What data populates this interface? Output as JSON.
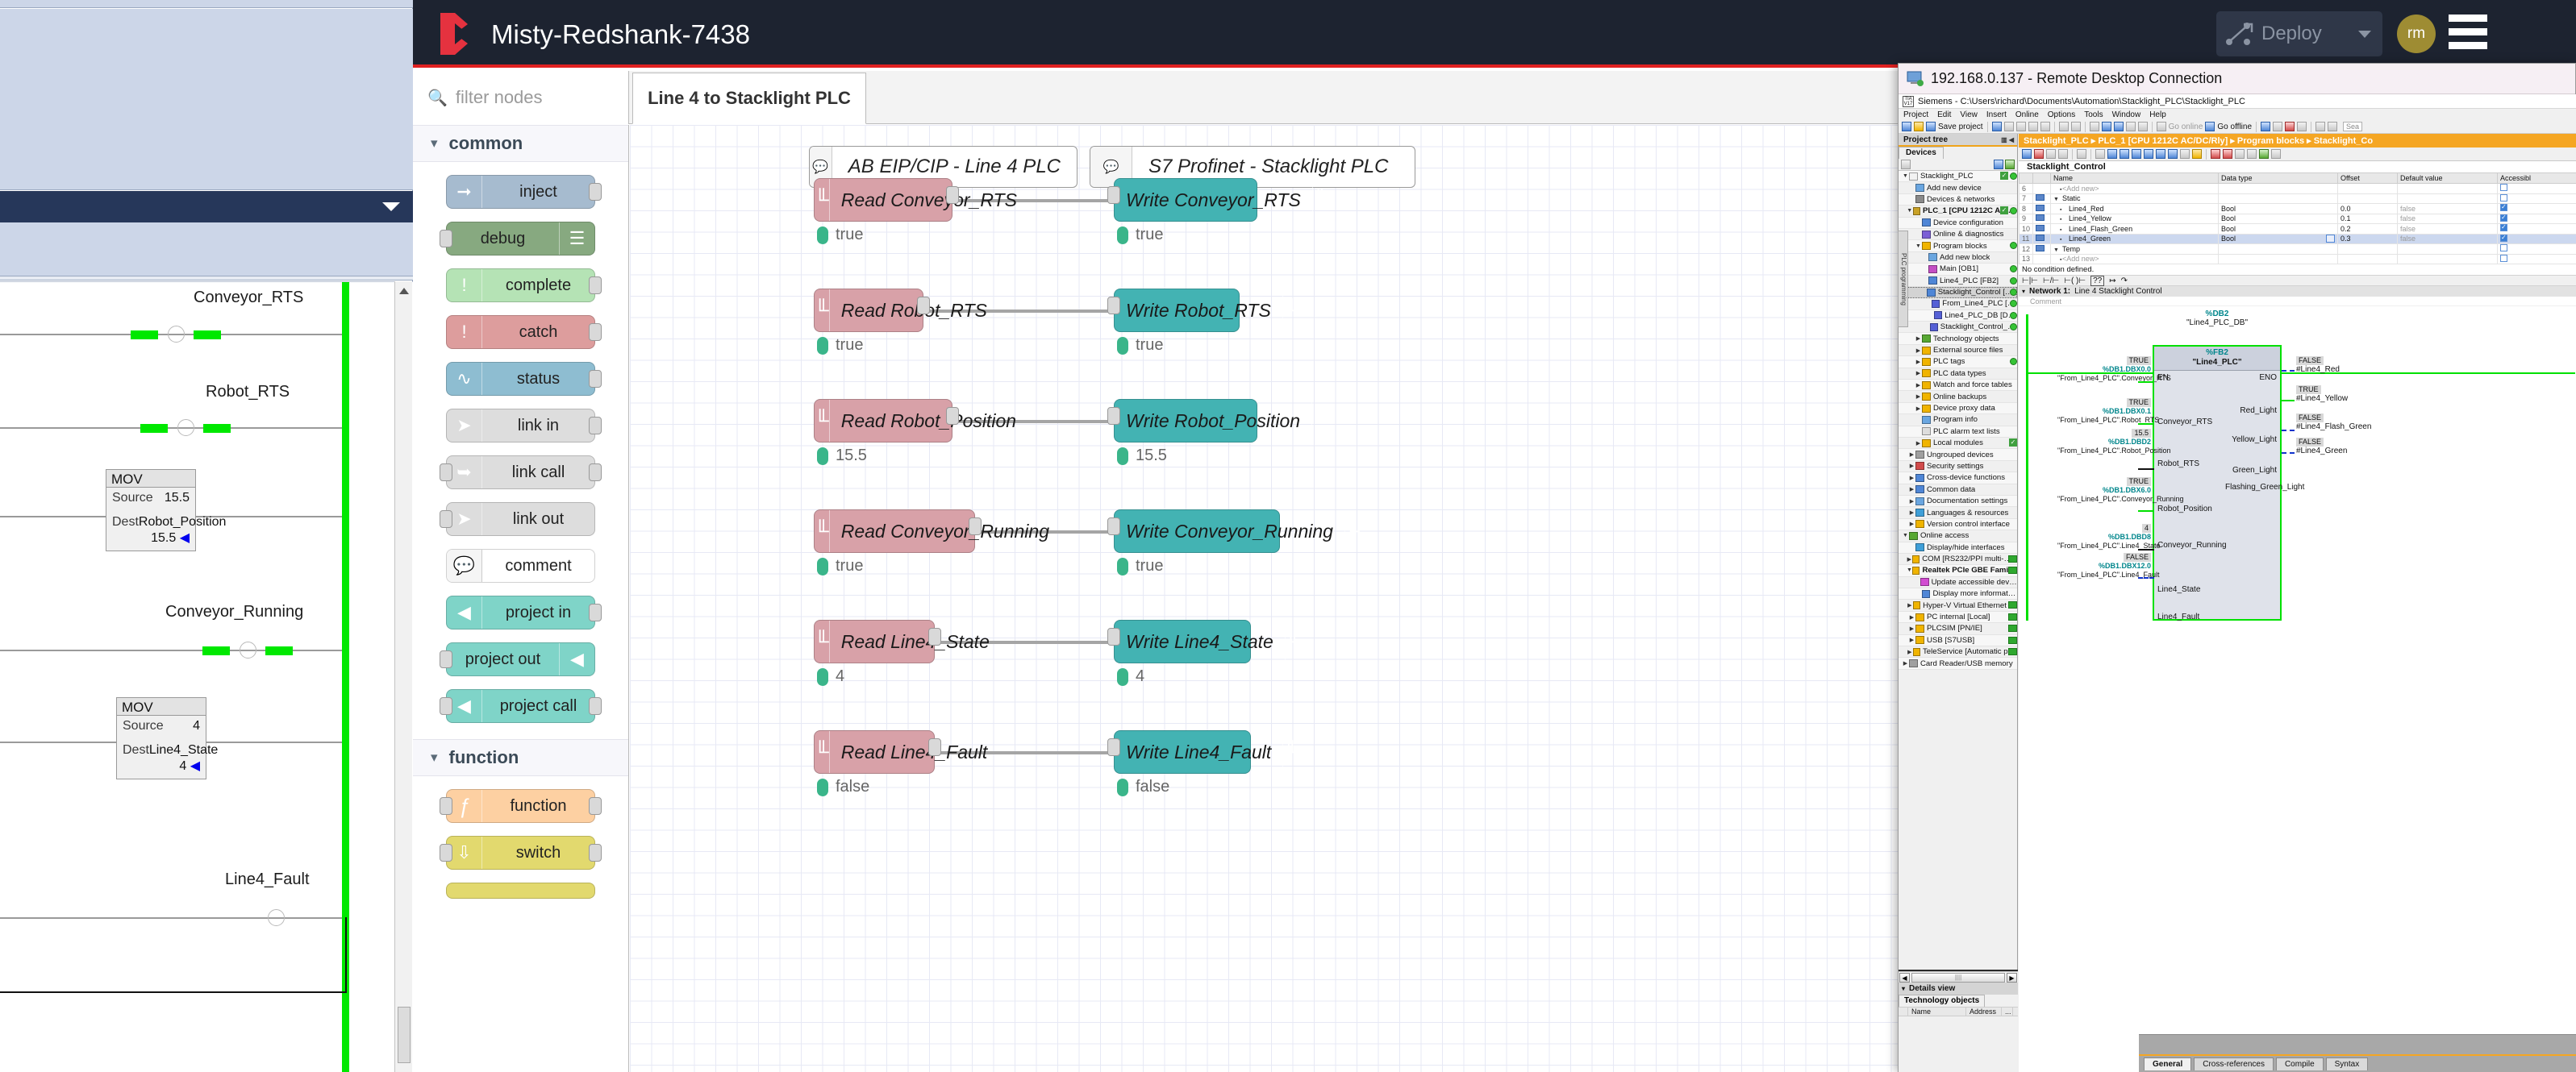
{
  "background_app": {
    "name": "rslogix-ladder-viewer",
    "rungs": [
      {
        "label": "Conveyor_RTS",
        "type": "coil",
        "energized": true
      },
      {
        "label": "Robot_RTS",
        "type": "coil",
        "energized": true
      },
      {
        "label": "",
        "type": "mov",
        "mov": {
          "title": "MOV",
          "source_label": "Source",
          "source_value": "15.5",
          "dest_label": "Dest",
          "dest_name": "Robot_Position",
          "dest_value": "15.5"
        }
      },
      {
        "label": "Conveyor_Running",
        "type": "coil",
        "energized": true
      },
      {
        "label": "",
        "type": "mov",
        "mov": {
          "title": "MOV",
          "source_label": "Source",
          "source_value": "4",
          "dest_label": "Dest",
          "dest_name": "Line4_State",
          "dest_value": "4"
        }
      },
      {
        "label": "Line4_Fault",
        "type": "coil",
        "energized": false
      }
    ]
  },
  "nodered": {
    "header": {
      "title": "Misty-Redshank-7438",
      "deploy_label": "Deploy",
      "user_initials": "rm"
    },
    "search": {
      "placeholder": "filter nodes"
    },
    "tabs": [
      {
        "label": "Line 4 to Stacklight PLC"
      }
    ],
    "debug_tab": {
      "label": "debug"
    },
    "palette": {
      "categories": [
        {
          "name": "common",
          "nodes": [
            {
              "label": "inject",
              "icon": "arrow-right-icon",
              "color": "#a6bbcf",
              "ports": "out"
            },
            {
              "label": "debug",
              "icon": "list-lines-icon",
              "color": "#87a980",
              "ports": "in",
              "icon_side": "right"
            },
            {
              "label": "complete",
              "icon": "exclamation-icon",
              "color": "#b5e3b5",
              "ports": "out"
            },
            {
              "label": "catch",
              "icon": "exclamation-icon",
              "color": "#dd9d9d",
              "ports": "out"
            },
            {
              "label": "status",
              "icon": "pulse-icon",
              "color": "#8ebdd1",
              "ports": "out"
            },
            {
              "label": "link in",
              "icon": "link-in-icon",
              "color": "#dddddd",
              "ports": "out"
            },
            {
              "label": "link call",
              "icon": "link-call-icon",
              "color": "#dddddd",
              "ports": "both"
            },
            {
              "label": "link out",
              "icon": "link-out-icon",
              "color": "#dddddd",
              "ports": "in"
            },
            {
              "label": "comment",
              "icon": "comment-icon",
              "color": "#ffffff",
              "ports": "none"
            },
            {
              "label": "project in",
              "icon": "project-icon",
              "color": "#7fd4c8",
              "ports": "out"
            },
            {
              "label": "project out",
              "icon": "project-icon",
              "color": "#7fd4c8",
              "ports": "in",
              "icon_side": "right"
            },
            {
              "label": "project call",
              "icon": "project-icon",
              "color": "#7fd4c8",
              "ports": "both"
            }
          ]
        },
        {
          "name": "function",
          "nodes": [
            {
              "label": "function",
              "icon": "function-f-icon",
              "color": "#fdd0a2",
              "ports": "both"
            },
            {
              "label": "switch",
              "icon": "switch-icon",
              "color": "#e2d96e",
              "ports": "both"
            }
          ]
        }
      ]
    },
    "flow": {
      "comments": [
        {
          "label": "AB EIP/CIP - Line 4 PLC",
          "side": "left"
        },
        {
          "label": "S7 Profinet - Stacklight PLC",
          "side": "right"
        }
      ],
      "rows": [
        {
          "read": "Read Conveyor_RTS",
          "read_status": "true",
          "write": "Write Conveyor_RTS",
          "write_status": "true"
        },
        {
          "read": "Read Robot_RTS",
          "read_status": "true",
          "write": "Write Robot_RTS",
          "write_status": "true"
        },
        {
          "read": "Read Robot_Position",
          "read_status": "15.5",
          "write": "Write Robot_Position",
          "write_status": "15.5"
        },
        {
          "read": "Read Conveyor_Running",
          "read_status": "true",
          "write": "Write Conveyor_Running",
          "write_status": "true"
        },
        {
          "read": "Read Line4_State",
          "read_status": "4",
          "write": "Write Line4_State",
          "write_status": "4"
        },
        {
          "read": "Read Line4_Fault",
          "read_status": "false",
          "write": "Write Line4_Fault",
          "write_status": "false"
        }
      ]
    }
  },
  "rdp": {
    "title": "192.168.0.137 - Remote Desktop Connection",
    "tia": {
      "title": "Siemens  -  C:\\Users\\richard\\Documents\\Automation\\Stacklight_PLC\\Stacklight_PLC",
      "logo": "TIA V17",
      "menu": [
        "Project",
        "Edit",
        "View",
        "Insert",
        "Online",
        "Options",
        "Tools",
        "Window",
        "Help"
      ],
      "toolbar": {
        "save_label": "Save project",
        "go_online": "Go online",
        "go_offline": "Go offline",
        "search_placeholder": "Sea"
      },
      "project_tree": {
        "title": "Project tree",
        "tab": "Devices",
        "side_tab": "PLC programming",
        "items": [
          {
            "label": "Stacklight_PLC",
            "depth": 0,
            "expander": "▼",
            "icon": "project-icon",
            "check": true,
            "dot": true
          },
          {
            "label": "Add new device",
            "depth": 1,
            "expander": "",
            "icon": "add-device-icon"
          },
          {
            "label": "Devices & networks",
            "depth": 1,
            "expander": "",
            "icon": "network-icon"
          },
          {
            "label": "PLC_1 [CPU 1212C AC/DC/Rly]",
            "depth": 1,
            "expander": "▼",
            "icon": "plc-icon",
            "check": true,
            "dot": true,
            "bold": true
          },
          {
            "label": "Device configuration",
            "depth": 2,
            "expander": "",
            "icon": "config-icon"
          },
          {
            "label": "Online & diagnostics",
            "depth": 2,
            "expander": "",
            "icon": "diag-icon"
          },
          {
            "label": "Program blocks",
            "depth": 2,
            "expander": "▼",
            "icon": "folder-icon",
            "dot": true
          },
          {
            "label": "Add new block",
            "depth": 3,
            "expander": "",
            "icon": "add-block-icon"
          },
          {
            "label": "Main [OB1]",
            "depth": 3,
            "expander": "",
            "icon": "ob-icon",
            "dot": true
          },
          {
            "label": "Line4_PLC [FB2]",
            "depth": 3,
            "expander": "",
            "icon": "fb-icon",
            "dot": true
          },
          {
            "label": "Stacklight_Control [FB1]",
            "depth": 3,
            "expander": "",
            "icon": "fb-icon",
            "dot": true,
            "selected": true
          },
          {
            "label": "From_Line4_PLC [DB1]",
            "depth": 4,
            "expander": "",
            "icon": "db-icon",
            "dot": true
          },
          {
            "label": "Line4_PLC_DB [DB2]",
            "depth": 4,
            "expander": "",
            "icon": "db-icon",
            "dot": true
          },
          {
            "label": "Stacklight_Control_DB [...",
            "depth": 4,
            "expander": "",
            "icon": "db-icon",
            "dot": true
          },
          {
            "label": "Technology objects",
            "depth": 2,
            "expander": "▶",
            "icon": "tech-icon"
          },
          {
            "label": "External source files",
            "depth": 2,
            "expander": "▶",
            "icon": "folder-icon"
          },
          {
            "label": "PLC tags",
            "depth": 2,
            "expander": "▶",
            "icon": "tags-icon",
            "dot": true
          },
          {
            "label": "PLC data types",
            "depth": 2,
            "expander": "▶",
            "icon": "datatype-icon"
          },
          {
            "label": "Watch and force tables",
            "depth": 2,
            "expander": "▶",
            "icon": "watch-icon"
          },
          {
            "label": "Online backups",
            "depth": 2,
            "expander": "▶",
            "icon": "backup-icon"
          },
          {
            "label": "Device proxy data",
            "depth": 2,
            "expander": "▶",
            "icon": "proxy-icon"
          },
          {
            "label": "Program info",
            "depth": 2,
            "expander": "",
            "icon": "info-icon"
          },
          {
            "label": "PLC alarm text lists",
            "depth": 2,
            "expander": "",
            "icon": "alarm-icon"
          },
          {
            "label": "Local modules",
            "depth": 2,
            "expander": "▶",
            "icon": "module-icon",
            "check": true
          },
          {
            "label": "Ungrouped devices",
            "depth": 1,
            "expander": "▶",
            "icon": "ungrouped-icon"
          },
          {
            "label": "Security settings",
            "depth": 1,
            "expander": "▶",
            "icon": "security-icon"
          },
          {
            "label": "Cross-device functions",
            "depth": 1,
            "expander": "▶",
            "icon": "crossdev-icon"
          },
          {
            "label": "Common data",
            "depth": 1,
            "expander": "▶",
            "icon": "common-icon"
          },
          {
            "label": "Documentation settings",
            "depth": 1,
            "expander": "▶",
            "icon": "doc-icon"
          },
          {
            "label": "Languages & resources",
            "depth": 1,
            "expander": "▶",
            "icon": "lang-icon"
          },
          {
            "label": "Version control interface",
            "depth": 1,
            "expander": "▶",
            "icon": "vcs-icon"
          },
          {
            "label": "Online access",
            "depth": 0,
            "expander": "▼",
            "icon": "online-icon"
          },
          {
            "label": "Display/hide interfaces",
            "depth": 1,
            "expander": "",
            "icon": "wrench-icon"
          },
          {
            "label": "COM [RS232/PPI multi-master c...",
            "depth": 1,
            "expander": "▶",
            "icon": "folder-icon",
            "net": true
          },
          {
            "label": "Realtek PCIe GBE Family Con...",
            "depth": 1,
            "expander": "▼",
            "icon": "folder-icon",
            "net": true,
            "bold": true
          },
          {
            "label": "Update accessible devices",
            "depth": 2,
            "expander": "",
            "icon": "update-icon"
          },
          {
            "label": "Display more information",
            "depth": 2,
            "expander": "",
            "icon": "moreinfo-icon"
          },
          {
            "label": "Hyper-V Virtual Ethernet Adapter",
            "depth": 1,
            "expander": "▶",
            "icon": "folder-icon",
            "net": true
          },
          {
            "label": "PC internal [Local]",
            "depth": 1,
            "expander": "▶",
            "icon": "folder-icon",
            "net": true
          },
          {
            "label": "PLCSIM [PN/IE]",
            "depth": 1,
            "expander": "▶",
            "icon": "folder-icon",
            "net": true
          },
          {
            "label": "USB [S7USB]",
            "depth": 1,
            "expander": "▶",
            "icon": "folder-icon",
            "net": true
          },
          {
            "label": "TeleService [Automatic protoco...",
            "depth": 1,
            "expander": "▶",
            "icon": "folder-icon",
            "net": true
          },
          {
            "label": "Card Reader/USB memory",
            "depth": 0,
            "expander": "▶",
            "icon": "card-icon"
          }
        ]
      },
      "details_view": {
        "title": "Details view",
        "tab": "Technology objects",
        "columns": [
          "",
          "Name",
          "Address",
          "..."
        ]
      },
      "breadcrumb": "Stacklight_PLC  ▸  PLC_1 [CPU 1212C AC/DC/Rly]  ▸  Program blocks  ▸  Stacklight_Co",
      "block_name": "Stacklight_Control",
      "interface_table": {
        "columns": [
          "",
          "",
          "Name",
          "Data type",
          "Offset",
          "Default value",
          "Accessibl"
        ],
        "rows": [
          {
            "num": "6",
            "icon": "",
            "name": "<Add new>",
            "datatype": "",
            "offset": "",
            "default": "",
            "acc": false,
            "grey": true
          },
          {
            "num": "7",
            "icon": "io",
            "name": "Static",
            "datatype": "",
            "offset": "",
            "default": "",
            "acc": false,
            "group": true
          },
          {
            "num": "8",
            "icon": "io",
            "name": "Line4_Red",
            "datatype": "Bool",
            "offset": "0.0",
            "default": "false",
            "acc": true
          },
          {
            "num": "9",
            "icon": "io",
            "name": "Line4_Yellow",
            "datatype": "Bool",
            "offset": "0.1",
            "default": "false",
            "acc": true
          },
          {
            "num": "10",
            "icon": "io",
            "name": "Line4_Flash_Green",
            "datatype": "Bool",
            "offset": "0.2",
            "default": "false",
            "acc": true
          },
          {
            "num": "11",
            "icon": "io",
            "name": "Line4_Green",
            "datatype": "Bool",
            "offset": "0.3",
            "default": "false",
            "acc": true,
            "highlight": true
          },
          {
            "num": "12",
            "icon": "io",
            "name": "Temp",
            "datatype": "",
            "offset": "",
            "default": "",
            "acc": false,
            "group": true
          },
          {
            "num": "13",
            "icon": "",
            "name": "<Add new>",
            "datatype": "",
            "offset": "",
            "default": "",
            "acc": false,
            "grey": true
          }
        ]
      },
      "no_condition": "No condition defined.",
      "network": {
        "label": "Network 1:",
        "title": "Line 4 Stacklight Control",
        "comment": "Comment"
      },
      "fb_block": {
        "db_ref": "%DB2",
        "db_name": "\"Line4_PLC_DB\"",
        "fb_ref": "%FB2",
        "fb_name": "\"Line4_PLC\"",
        "en": "EN",
        "eno": "ENO",
        "inputs": [
          {
            "value": "TRUE",
            "address": "%DB1.DBX0.0",
            "tag": "\"From_Line4_PLC\".Conveyor_RTS",
            "param": "Conveyor_RTS",
            "wire": "green"
          },
          {
            "value": "TRUE",
            "address": "%DB1.DBX0.1",
            "tag": "\"From_Line4_PLC\".Robot_RTS",
            "param": "Robot_RTS",
            "wire": "green"
          },
          {
            "value": "15.5",
            "address": "%DB1.DBD2",
            "tag": "\"From_Line4_PLC\".Robot_Position",
            "param": "Robot_Position",
            "wire": "black"
          },
          {
            "value": "TRUE",
            "address": "%DB1.DBX6.0",
            "tag": "\"From_Line4_PLC\".Conveyor_Running",
            "param": "Conveyor_Running",
            "wire": "green"
          },
          {
            "value": "4",
            "address": "%DB1.DBD8",
            "tag": "\"From_Line4_PLC\".Line4_State",
            "param": "Line4_State",
            "wire": "black"
          },
          {
            "value": "FALSE",
            "address": "%DB1.DBX12.0",
            "tag": "\"From_Line4_PLC\".Line4_Fault",
            "param": "Line4_Fault",
            "wire": "dash"
          }
        ],
        "outputs": [
          {
            "param": "Red_Light",
            "value": "FALSE",
            "tag": "#Line4_Red",
            "wire": "dash"
          },
          {
            "param": "Yellow_Light",
            "value": "TRUE",
            "tag": "#Line4_Yellow",
            "wire": "green"
          },
          {
            "param": "Green_Light",
            "value": "FALSE",
            "tag": "#Line4_Flash_Green",
            "wire": "dash"
          },
          {
            "param": "Flashing_Green_Light",
            "value": "FALSE",
            "tag": "#Line4_Green",
            "wire": "dash"
          }
        ]
      },
      "bottom_tabs": [
        "General",
        "Cross-references",
        "Compile",
        "Syntax"
      ]
    }
  }
}
